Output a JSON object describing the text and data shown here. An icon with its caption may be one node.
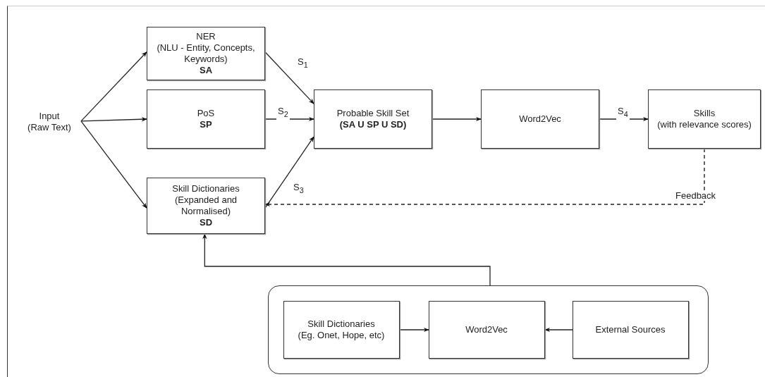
{
  "diagram": {
    "nodes": [
      {
        "text": [
          "Input",
          "(Raw Text)"
        ]
      },
      {
        "text": [
          "NER",
          "(NLU - Entity, Concepts, Keywords)",
          "SA"
        ]
      },
      {
        "text": [
          "PoS",
          "SP"
        ]
      },
      {
        "text": [
          "Skill Dictionaries",
          "(Expanded and Normalised)",
          "SD"
        ]
      },
      {
        "text": [
          "Probable Skill Set",
          "(SA U SP U SD)"
        ]
      },
      {
        "text": [
          "Word2Vec"
        ]
      },
      {
        "text": [
          "Skills",
          "(with relevance scores)"
        ]
      },
      {
        "text": [],
        "shape": "box"
      },
      {
        "text": [
          "Skill Dictionaries",
          "(Eg. Onet, Hope, etc)"
        ],
        "in": 7
      },
      {
        "text": [
          "Word2Vec"
        ],
        "in": 7
      },
      {
        "text": [
          "External Sources"
        ],
        "in": 7
      }
    ],
    "edges": [
      {
        "from": 0,
        "to": 1,
        "arrow": "to"
      },
      {
        "from": 0,
        "to": 2,
        "arrow": "to"
      },
      {
        "from": 0,
        "to": 3,
        "arrow": "to"
      },
      {
        "from": 1,
        "to": 4,
        "arrow": "to",
        "label": "S$_{1}$"
      },
      {
        "from": 2,
        "to": 4,
        "arrow": "to",
        "label": "S$_{2}$"
      },
      {
        "from": 3,
        "to": 4,
        "arrow": "to",
        "label": "S$_{3}$"
      },
      {
        "from": 4,
        "to": 5,
        "arrow": "to"
      },
      {
        "from": 5,
        "to": 6,
        "arrow": "to",
        "label": "S$_{4}$"
      },
      {
        "from": 6,
        "to": 3,
        "arrow": "to",
        "style": "dashed",
        "label": "Feedback"
      },
      {
        "from": 7,
        "to": 3,
        "arrow": "to"
      },
      {
        "from": 8,
        "to": 9,
        "arrow": "to"
      },
      {
        "from": 10,
        "to": 9,
        "arrow": "to"
      }
    ]
  }
}
